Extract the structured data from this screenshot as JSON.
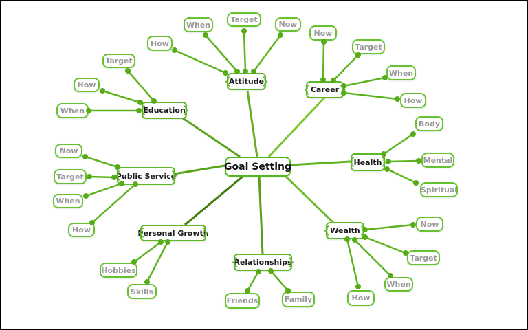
{
  "mindmap": {
    "center": {
      "label": "Goal Setting"
    },
    "branches": [
      {
        "label": "Attitude",
        "children": [
          {
            "label": "How"
          },
          {
            "label": "When"
          },
          {
            "label": "Target"
          },
          {
            "label": "Now"
          }
        ]
      },
      {
        "label": "Career",
        "children": [
          {
            "label": "Now"
          },
          {
            "label": "Target"
          },
          {
            "label": "When"
          },
          {
            "label": "How"
          }
        ]
      },
      {
        "label": "Health",
        "children": [
          {
            "label": "Body"
          },
          {
            "label": "Mental"
          },
          {
            "label": "Spiritual"
          }
        ]
      },
      {
        "label": "Wealth",
        "children": [
          {
            "label": "Now"
          },
          {
            "label": "Target"
          },
          {
            "label": "When"
          },
          {
            "label": "How"
          }
        ]
      },
      {
        "label": "Relationships",
        "children": [
          {
            "label": "Friends"
          },
          {
            "label": "Family"
          }
        ]
      },
      {
        "label": "Personal Growth",
        "children": [
          {
            "label": "Hobbies"
          },
          {
            "label": "Skills"
          }
        ]
      },
      {
        "label": "Public Service",
        "children": [
          {
            "label": "Now"
          },
          {
            "label": "Target"
          },
          {
            "label": "When"
          },
          {
            "label": "How"
          }
        ]
      },
      {
        "label": "Education",
        "children": [
          {
            "label": "Target"
          },
          {
            "label": "How"
          },
          {
            "label": "When"
          }
        ]
      }
    ],
    "colors": {
      "canvas_background": "#ffffff",
      "frame_border": "#000000",
      "node_border": "#5db827",
      "leaf_border": "#67c230",
      "center_border": "#53b71f",
      "branch_text": "#1a1a1a",
      "leaf_text": "#9a9a9a",
      "edge_leaf": "#5cb31d",
      "edge_dot": "#55ab18",
      "edge_attitude": "#68ad22",
      "edge_career": "#76c42e",
      "edge_health": "#5eb321",
      "edge_wealth": "#6cbb2c",
      "edge_relationships": "#5a9e1a",
      "edge_personal_growth": "#3d7c0d",
      "edge_public_service": "#55a51a",
      "edge_education": "#5aa51d"
    }
  }
}
